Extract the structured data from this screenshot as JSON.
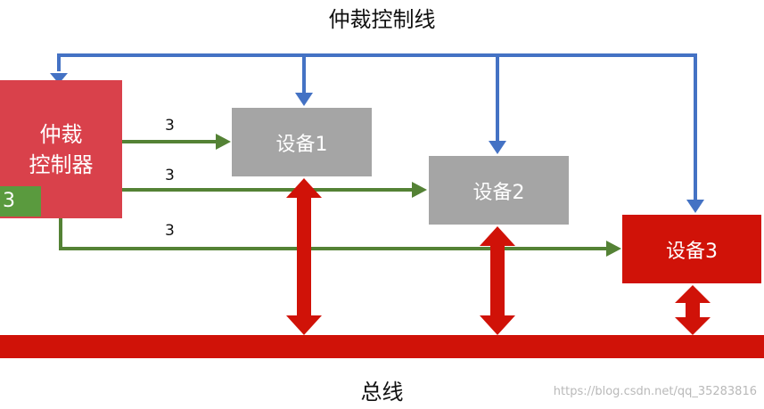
{
  "title": "仲裁控制线",
  "arbiter": {
    "line1": "仲裁",
    "line2": "控制器",
    "count": "3"
  },
  "devices": [
    {
      "label": "设备1"
    },
    {
      "label": "设备2"
    },
    {
      "label": "设备3"
    }
  ],
  "grant_labels": [
    "3",
    "3",
    "3"
  ],
  "bus_label": "总线",
  "watermark": "https://blog.csdn.net/qq_35283816",
  "colors": {
    "control_line": "#4472c4",
    "grant_line": "#548235",
    "bus": "#d01208",
    "arbiter": "#d9414b",
    "device_idle": "#a5a5a5",
    "device_active": "#d01208"
  }
}
